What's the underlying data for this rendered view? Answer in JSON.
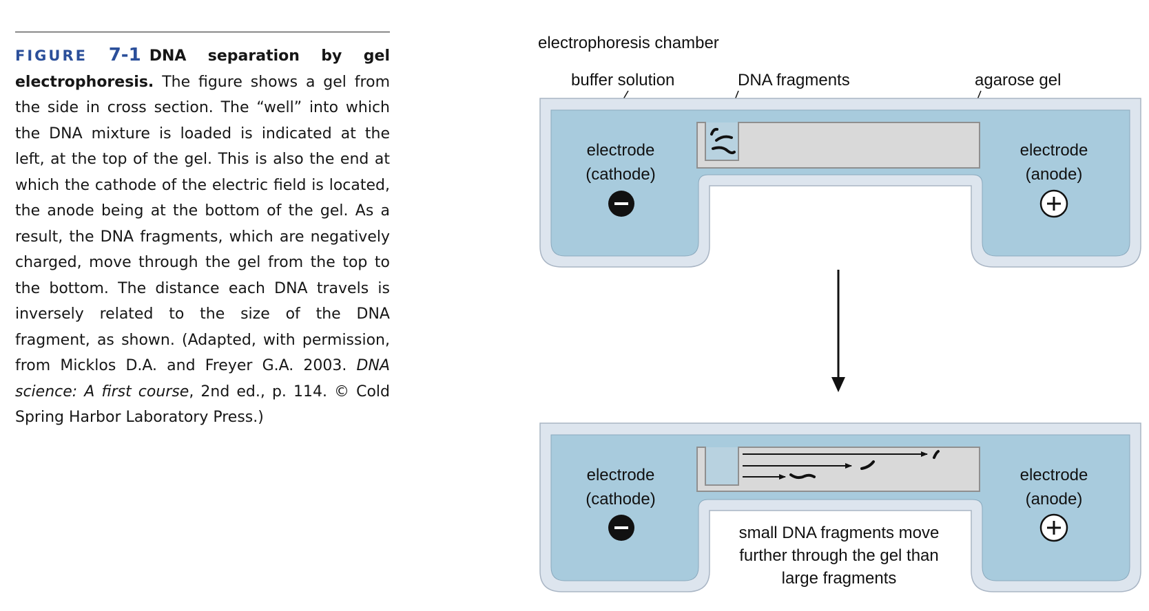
{
  "caption": {
    "figure_label": "FIGURE",
    "figure_number": "7-1",
    "title": "DNA separation by gel electrophoresis.",
    "body_1": "The figure shows a gel from the side in cross section. The “well” into which the DNA mixture is loaded is indicated at the left, at the top of the gel. This is also the end at which the cathode of the electric field is located, the anode being at the bottom of the gel. As a result, the DNA fragments, which are negatively charged, move through the gel from the top to the bottom. The distance each DNA travels is inversely related to the size of the DNA fragment, as shown. (Adapted, with permission, from Micklos D.A. and Freyer G.A. 2003.",
    "book_title": "DNA science: A first course",
    "body_2": ", 2nd ed., p. 114. © Cold Spring Harbor Laboratory Press.)"
  },
  "diagram": {
    "chamber_label": "electrophoresis chamber",
    "buffer_label": "buffer solution",
    "fragments_label": "DNA fragments",
    "gel_label": "agarose gel",
    "electrode_word": "electrode",
    "cathode_label": "(cathode)",
    "anode_label": "(anode)",
    "minus_symbol": "−",
    "plus_symbol": "+",
    "result_line_1": "small DNA fragments move",
    "result_line_2": "further through the gel than",
    "result_line_3": "large fragments",
    "colors": {
      "buffer": "#a8cbdd",
      "chamber_wall": "#c3cdd8",
      "gel": "#d9d9d9",
      "ink": "#111111"
    }
  }
}
